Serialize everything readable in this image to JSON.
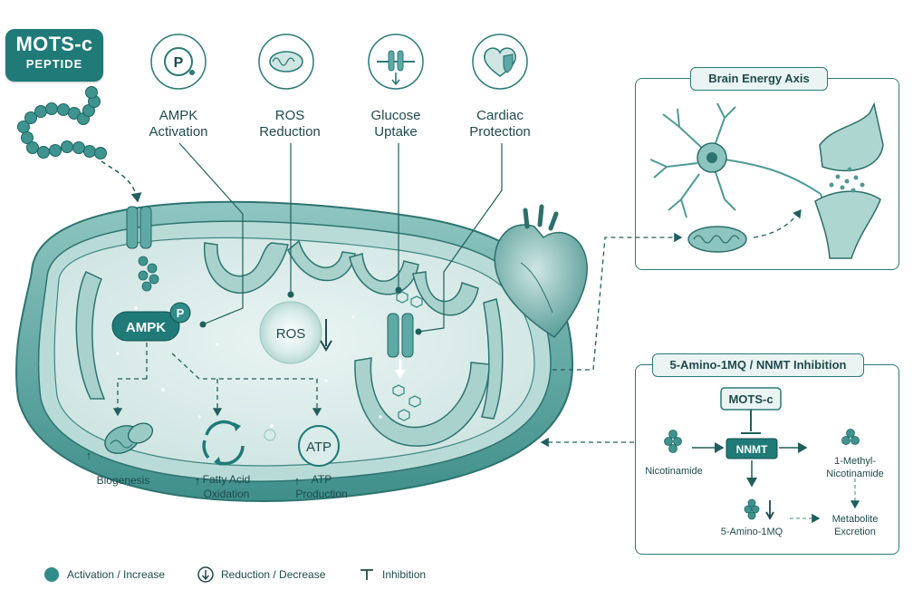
{
  "title": {
    "main": "MOTS-c",
    "sub": "PEPTIDE"
  },
  "effects": [
    {
      "line1": "AMPK",
      "line2": "Activation",
      "icon": "p-circle-icon"
    },
    {
      "line1": "ROS",
      "line2": "Reduction",
      "icon": "mitochondrion-icon"
    },
    {
      "line1": "Glucose",
      "line2": "Uptake",
      "icon": "glucose-transporter-icon"
    },
    {
      "line1": "Cardiac",
      "line2": "Protection",
      "icon": "heart-shield-icon"
    }
  ],
  "mito": {
    "ampk": "AMPK",
    "phospho": "P",
    "ros": "ROS",
    "atp": "ATP",
    "biogenesis": "Biogenesis",
    "fatty1": "Fatty Acid",
    "fatty2": "Oxidation",
    "atp1": "ATP",
    "atp2": "Production"
  },
  "brain_panel": {
    "title": "Brain Energy Axis"
  },
  "nnmt_panel": {
    "title": "5-Amino-1MQ / NNMT Inhibition",
    "mots": "MOTS-c",
    "nnmt": "NNMT",
    "nicotinamide": "Nicotinamide",
    "methyl1": "1-Methyl-",
    "methyl2": "Nicotinamide",
    "amino": "5-Amino-1MQ",
    "metab1": "Metabolite",
    "metab2": "Excretion"
  },
  "legend": [
    {
      "icon": "filled-circle-icon",
      "label": "Activation / Increase"
    },
    {
      "icon": "down-arrow-circle-icon",
      "label": "Reduction / Decrease"
    },
    {
      "icon": "inhibition-t-icon",
      "label": "Inhibition"
    }
  ],
  "colors": {
    "teal_dark": "#1f7a78",
    "teal_mid": "#5fa9a5",
    "teal_light": "#cfe6e3",
    "text": "#1f4a4c"
  }
}
